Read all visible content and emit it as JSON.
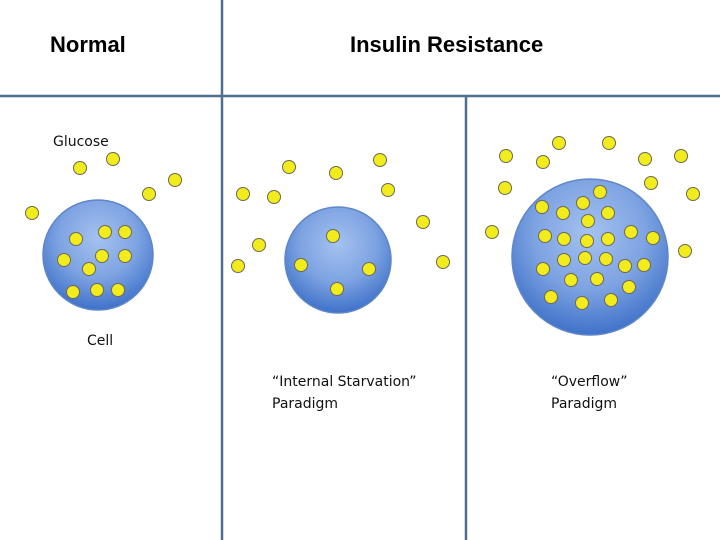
{
  "headings": {
    "normal": "Normal",
    "insulin_resistance": "Insulin Resistance"
  },
  "labels": {
    "glucose": "Glucose",
    "cell": "Cell",
    "starvation_line1": "“Internal Starvation”",
    "starvation_line2": "Paradigm",
    "overflow_line1": "“Overflow”",
    "overflow_line2": "Paradigm"
  },
  "colors": {
    "divider": "#4f6f92",
    "cell_light": "#8fb2ea",
    "cell_dark": "#3f72c9",
    "cell_stroke": "#5e86c9",
    "glucose_fill": "#f3ec1c",
    "glucose_stroke": "#6b6a55"
  }
}
